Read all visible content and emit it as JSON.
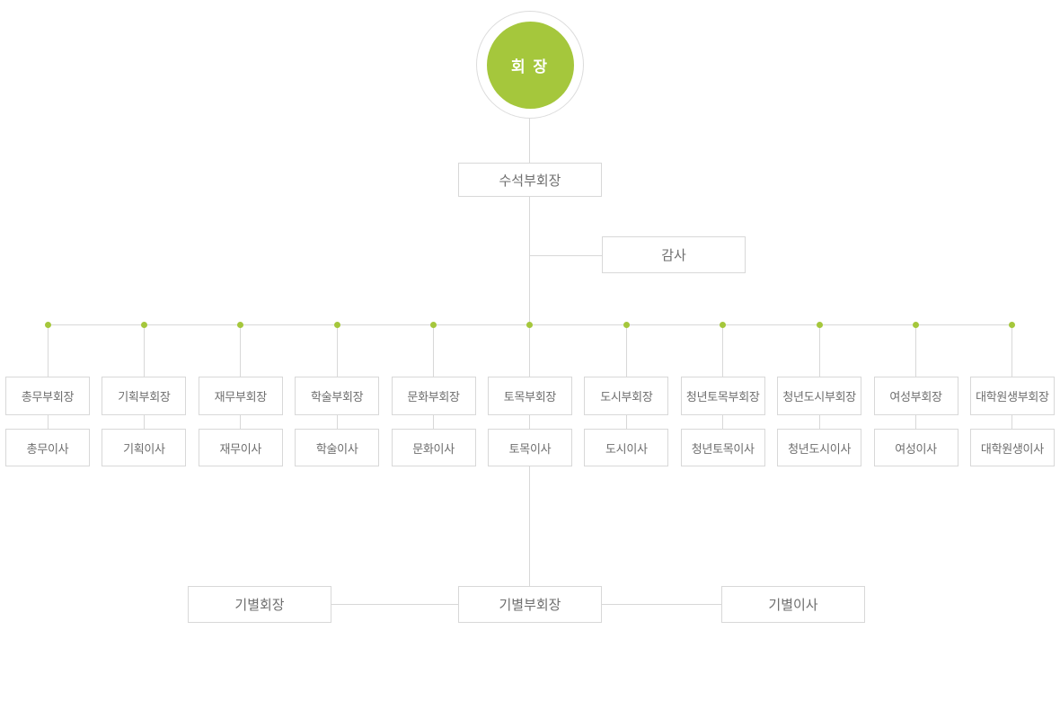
{
  "colors": {
    "accent_green": "#a5c73c",
    "line_gray": "#d8d8d8",
    "text_gray": "#6e6e6e"
  },
  "org": {
    "president": "회 장",
    "senior_vice_president": "수석부회장",
    "auditor": "감사",
    "columns": [
      {
        "vp": "총무부회장",
        "director": "총무이사"
      },
      {
        "vp": "기획부회장",
        "director": "기획이사"
      },
      {
        "vp": "재무부회장",
        "director": "재무이사"
      },
      {
        "vp": "학술부회장",
        "director": "학술이사"
      },
      {
        "vp": "문화부회장",
        "director": "문화이사"
      },
      {
        "vp": "토목부회장",
        "director": "토목이사"
      },
      {
        "vp": "도시부회장",
        "director": "도시이사"
      },
      {
        "vp": "청년토목부회장",
        "director": "청년토목이사"
      },
      {
        "vp": "청년도시부회장",
        "director": "청년도시이사"
      },
      {
        "vp": "여성부회장",
        "director": "여성이사"
      },
      {
        "vp": "대학원생부회장",
        "director": "대학원생이사"
      }
    ],
    "bottom": {
      "class_president": "기별회장",
      "class_vice_president": "기별부회장",
      "class_director": "기별이사"
    }
  }
}
